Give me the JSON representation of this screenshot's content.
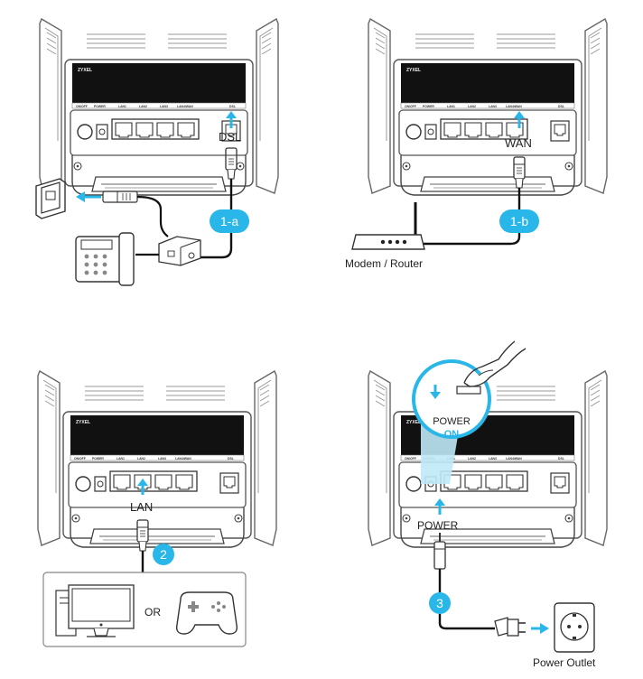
{
  "brand": "ZYXEL",
  "port_labels": [
    "ON/OFF",
    "POWER",
    "LAN1",
    "LAN2",
    "LAN3",
    "LAN4/WAN",
    "DSL"
  ],
  "accent_color": "#29b6e8",
  "panels": {
    "p1a": {
      "step": "1-a",
      "port_label": "DSL",
      "devices": [
        "wall-phone-jack",
        "telephone",
        "splitter"
      ]
    },
    "p1b": {
      "step": "1-b",
      "port_label": "WAN",
      "device_label": "Modem / Router"
    },
    "p2": {
      "step": "2",
      "port_label": "LAN",
      "or_text": "OR",
      "devices": [
        "computer",
        "game-controller"
      ]
    },
    "p3": {
      "step": "3",
      "port_label": "POWER",
      "callout_line1": "POWER",
      "callout_line2": "ON",
      "outlet_label": "Power Outlet"
    }
  }
}
